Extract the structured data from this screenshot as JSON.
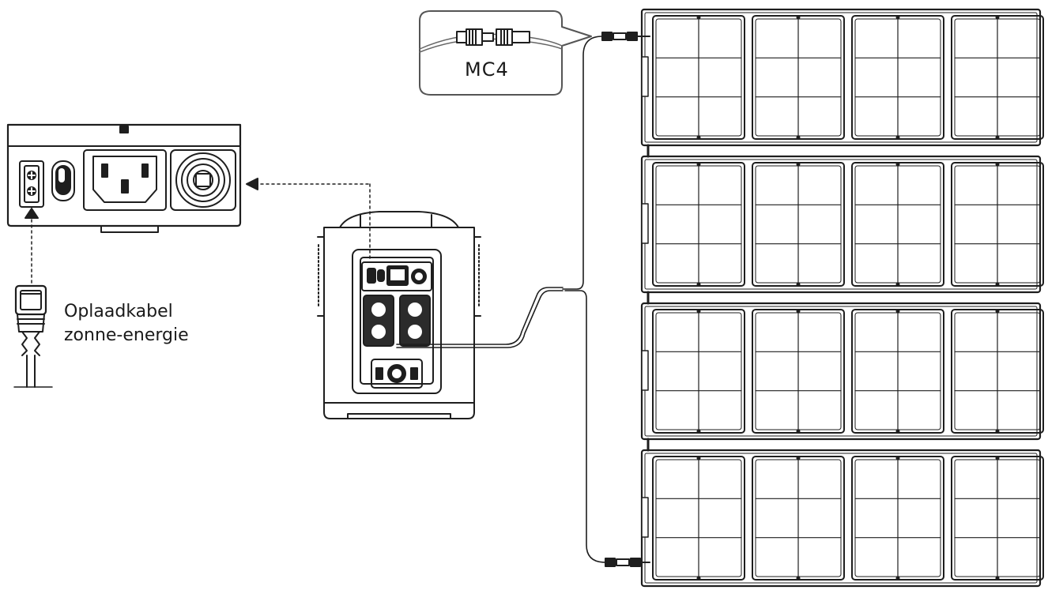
{
  "connector_callout": {
    "label": "MC4"
  },
  "cable_label": {
    "line1": "Oplaadkabel",
    "line2": "zonne-energie"
  },
  "solar_array": {
    "panels": 4,
    "modules_per_panel": 4
  }
}
